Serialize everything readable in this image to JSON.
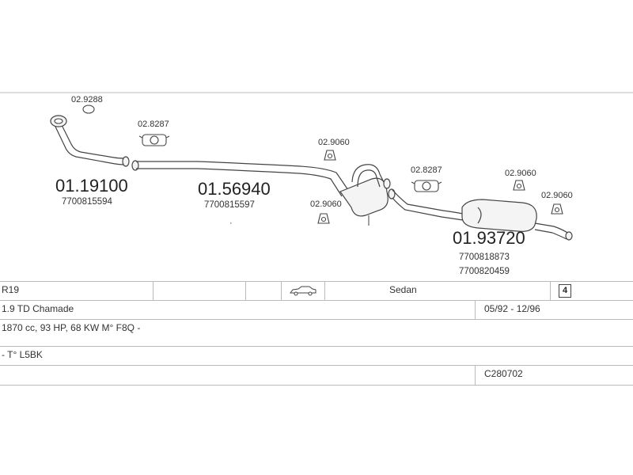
{
  "parts": {
    "p1": {
      "number": "01.19100",
      "oe": "7700815594"
    },
    "p2": {
      "number": "01.56940",
      "oe": "7700815597"
    },
    "p3": {
      "number": "01.93720",
      "oe1": "7700818873",
      "oe2": "7700820459"
    },
    "gasket_top": "02.9288",
    "clamp_a": "02.8287",
    "hanger_a": "02.9060",
    "hanger_b": "02.9060",
    "clamp_b": "02.8287",
    "hanger_c": "02.9060",
    "hanger_d": "02.9060"
  },
  "vehicle": {
    "model": "R19",
    "body": "Sedan",
    "body_icon": "car-sedan-icon",
    "engine_icon": "engine-4cyl-icon",
    "engine_icon_text": "4",
    "variant": "1.9 TD Chamade",
    "years": "05/92 - 12/96",
    "spec": "1870 cc, 93 HP, 68 KW M° F8Q -",
    "code": "- T° L5BK",
    "catalog": "C280702"
  }
}
